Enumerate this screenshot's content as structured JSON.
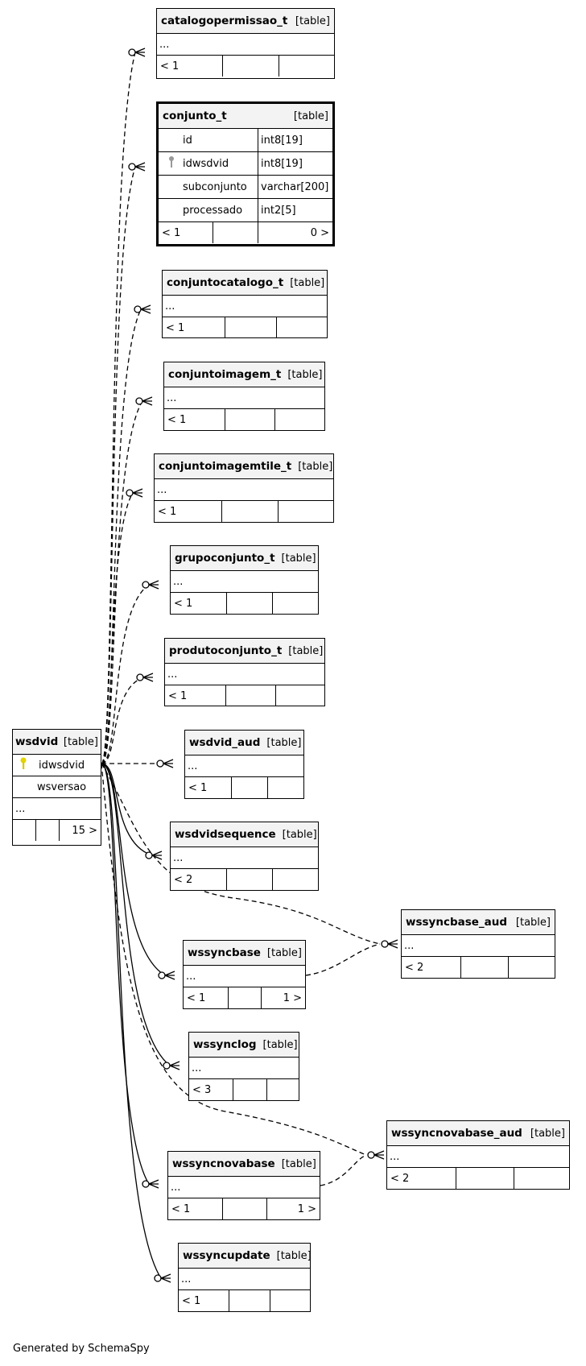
{
  "tag": "[table]",
  "ellipsis": "...",
  "credit": "Generated by SchemaSpy",
  "icons": {
    "primary_key": "key-icon-yellow",
    "foreign_key": "key-icon-gray"
  },
  "tables": {
    "catalogopermissao_t": {
      "name": "catalogopermissao_t",
      "parents": "< 1",
      "children": ""
    },
    "conjunto_t": {
      "name": "conjunto_t",
      "parents": "< 1",
      "children": "0 >",
      "columns": [
        {
          "name": "id",
          "type": "int8[19]",
          "key": ""
        },
        {
          "name": "idwsdvid",
          "type": "int8[19]",
          "key": "foreign"
        },
        {
          "name": "subconjunto",
          "type": "varchar[200]",
          "key": ""
        },
        {
          "name": "processado",
          "type": "int2[5]",
          "key": ""
        }
      ]
    },
    "conjuntocatalogo_t": {
      "name": "conjuntocatalogo_t",
      "parents": "< 1",
      "children": ""
    },
    "conjuntoimagem_t": {
      "name": "conjuntoimagem_t",
      "parents": "< 1",
      "children": ""
    },
    "conjuntoimagemtile_t": {
      "name": "conjuntoimagemtile_t",
      "parents": "< 1",
      "children": ""
    },
    "grupoconjunto_t": {
      "name": "grupoconjunto_t",
      "parents": "< 1",
      "children": ""
    },
    "produtoconjunto_t": {
      "name": "produtoconjunto_t",
      "parents": "< 1",
      "children": ""
    },
    "wsdvid": {
      "name": "wsdvid",
      "parents": "",
      "children": "15 >",
      "columns": [
        {
          "name": "idwsdvid",
          "key": "primary"
        },
        {
          "name": "wsversao",
          "key": ""
        }
      ]
    },
    "wsdvid_aud": {
      "name": "wsdvid_aud",
      "parents": "< 1",
      "children": ""
    },
    "wsdvidsequence": {
      "name": "wsdvidsequence",
      "parents": "< 2",
      "children": ""
    },
    "wssyncbase_aud": {
      "name": "wssyncbase_aud",
      "parents": "< 2",
      "children": ""
    },
    "wssyncbase": {
      "name": "wssyncbase",
      "parents": "< 1",
      "children": "1 >"
    },
    "wssynclog": {
      "name": "wssynclog",
      "parents": "< 3",
      "children": ""
    },
    "wssyncnovabase_aud": {
      "name": "wssyncnovabase_aud",
      "parents": "< 2",
      "children": ""
    },
    "wssyncnovabase": {
      "name": "wssyncnovabase",
      "parents": "< 1",
      "children": "1 >"
    },
    "wssyncupdate": {
      "name": "wssyncupdate",
      "parents": "< 1",
      "children": ""
    }
  }
}
